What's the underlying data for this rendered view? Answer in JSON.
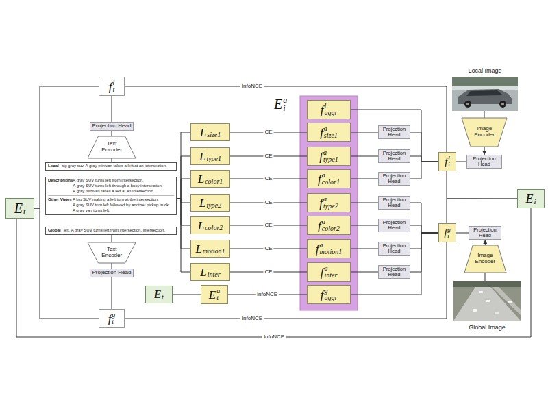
{
  "diagram": {
    "nodes": [
      {
        "text": [
          "f",
          "t",
          "l"
        ]
      },
      {
        "text": [
          "Projection Head"
        ]
      },
      {
        "text": [
          "Text Encoder"
        ]
      },
      {
        "text": [
          "Local",
          "big gray suv. A gray minivan takes a left at an intersection."
        ]
      },
      {
        "text": [
          "Descriptions",
          "A gray SUV turns left from intersection.",
          "A gray SUV turns left through a busy intersection.",
          "A gray minivan takes a left at an intersection.",
          "Other Views",
          "A big SUV making a left turn at the intersection.",
          "A gray SUV turn left followed by another pickup truck.",
          "A gray van turns left."
        ]
      },
      {
        "text": [
          "Global",
          "left. A gray SUV turns left from intersection. intersection."
        ]
      },
      {
        "text": [
          "Text Encoder"
        ]
      },
      {
        "text": [
          "Projection Head"
        ]
      },
      {
        "text": [
          "f",
          "t",
          "g"
        ]
      },
      {
        "text": [
          "E",
          "t"
        ]
      },
      {
        "text": [
          "L",
          "size1"
        ]
      },
      {
        "text": [
          "L",
          "type1"
        ]
      },
      {
        "text": [
          "L",
          "color1"
        ]
      },
      {
        "text": [
          "L",
          "type2"
        ]
      },
      {
        "text": [
          "L",
          "color2"
        ]
      },
      {
        "text": [
          "L",
          "motion1"
        ]
      },
      {
        "text": [
          "L",
          "inter"
        ]
      },
      {
        "text": [
          "E",
          "t"
        ]
      },
      {
        "text": [
          "E",
          "t",
          "a"
        ]
      },
      {
        "text": [
          "E",
          "i",
          "a"
        ]
      },
      {
        "text": [
          "f",
          "aggr",
          "l"
        ],
        "in": 19
      },
      {
        "text": [
          "f",
          "size1",
          "a"
        ],
        "in": 19
      },
      {
        "text": [
          "f",
          "type1",
          "a"
        ],
        "in": 19
      },
      {
        "text": [
          "f",
          "color1",
          "a"
        ],
        "in": 19
      },
      {
        "text": [
          "f",
          "type2",
          "a"
        ],
        "in": 19
      },
      {
        "text": [
          "f",
          "color2",
          "a"
        ],
        "in": 19
      },
      {
        "text": [
          "f",
          "motion1",
          "a"
        ],
        "in": 19
      },
      {
        "text": [
          "f",
          "inter",
          "a"
        ],
        "in": 19
      },
      {
        "text": [
          "f",
          "aggr",
          "g"
        ],
        "in": 19
      },
      {
        "text": [
          "Projection Head"
        ]
      },
      {
        "text": [
          "Projection Head"
        ]
      },
      {
        "text": [
          "Projection Head"
        ]
      },
      {
        "text": [
          "Projection Head"
        ]
      },
      {
        "text": [
          "Projection Head"
        ]
      },
      {
        "text": [
          "Projection Head"
        ]
      },
      {
        "text": [
          "Projection Head"
        ]
      },
      {
        "text": [
          "f",
          "i",
          "l"
        ]
      },
      {
        "text": [
          "f",
          "i",
          "g"
        ]
      },
      {
        "text": [
          "E",
          "i"
        ]
      },
      {
        "text": [
          "Projection Head"
        ]
      },
      {
        "text": [
          "Image Encoder"
        ]
      },
      {
        "text": [
          "Projection Head"
        ]
      },
      {
        "text": [
          "Image Encoder"
        ]
      }
    ],
    "edges": [
      {
        "from": 0,
        "to": 36,
        "arrow": "none",
        "label": "InfoNCE"
      },
      {
        "from": 1,
        "to": 0,
        "arrow": "none"
      },
      {
        "from": 2,
        "to": 1,
        "arrow": "none"
      },
      {
        "from": 3,
        "to": 2,
        "arrow": "none"
      },
      {
        "from": 5,
        "to": 6,
        "arrow": "none"
      },
      {
        "from": 6,
        "to": 7,
        "arrow": "none"
      },
      {
        "from": 7,
        "to": 8,
        "arrow": "none"
      },
      {
        "from": 9,
        "to": 0,
        "arrow": "none"
      },
      {
        "from": 9,
        "to": 8,
        "arrow": "none"
      },
      {
        "from": 9,
        "to": 38,
        "arrow": "none",
        "label": "InfoNCE"
      },
      {
        "from": 8,
        "to": 37,
        "arrow": "none",
        "label": "InfoNCE"
      },
      {
        "from": 4,
        "to": 10,
        "arrow": "none"
      },
      {
        "from": 4,
        "to": 11,
        "arrow": "none"
      },
      {
        "from": 4,
        "to": 12,
        "arrow": "none"
      },
      {
        "from": 4,
        "to": 13,
        "arrow": "none"
      },
      {
        "from": 4,
        "to": 14,
        "arrow": "none"
      },
      {
        "from": 4,
        "to": 15,
        "arrow": "none"
      },
      {
        "from": 4,
        "to": 16,
        "arrow": "none"
      },
      {
        "from": 10,
        "to": 21,
        "arrow": "none",
        "label": "CE"
      },
      {
        "from": 11,
        "to": 22,
        "arrow": "none",
        "label": "CE"
      },
      {
        "from": 12,
        "to": 23,
        "arrow": "none",
        "label": "CE"
      },
      {
        "from": 13,
        "to": 24,
        "arrow": "none",
        "label": "CE"
      },
      {
        "from": 14,
        "to": 25,
        "arrow": "none",
        "label": "CE"
      },
      {
        "from": 15,
        "to": 26,
        "arrow": "none",
        "label": "CE"
      },
      {
        "from": 16,
        "to": 27,
        "arrow": "none",
        "label": "CE"
      },
      {
        "from": 17,
        "to": 18,
        "arrow": "none"
      },
      {
        "from": 18,
        "to": 28,
        "arrow": "none",
        "label": "InfoNCE"
      },
      {
        "from": 21,
        "to": 29,
        "arrow": "none"
      },
      {
        "from": 22,
        "to": 30,
        "arrow": "none"
      },
      {
        "from": 23,
        "to": 31,
        "arrow": "none"
      },
      {
        "from": 24,
        "to": 32,
        "arrow": "none"
      },
      {
        "from": 25,
        "to": 33,
        "arrow": "none"
      },
      {
        "from": 26,
        "to": 34,
        "arrow": "none"
      },
      {
        "from": 27,
        "to": 35,
        "arrow": "none"
      },
      {
        "from": 20,
        "to": 36,
        "arrow": "none"
      },
      {
        "from": 29,
        "to": 36,
        "arrow": "none"
      },
      {
        "from": 30,
        "to": 36,
        "arrow": "none"
      },
      {
        "from": 31,
        "to": 36,
        "arrow": "none"
      },
      {
        "from": 32,
        "to": 37,
        "arrow": "none"
      },
      {
        "from": 33,
        "to": 37,
        "arrow": "none"
      },
      {
        "from": 34,
        "to": 37,
        "arrow": "none"
      },
      {
        "from": 35,
        "to": 37,
        "arrow": "none"
      },
      {
        "from": 28,
        "to": 37,
        "arrow": "none"
      },
      {
        "from": 36,
        "to": 38,
        "arrow": "none"
      },
      {
        "from": 37,
        "to": 38,
        "arrow": "none"
      },
      {
        "from": 40,
        "to": 39,
        "arrow": "to"
      },
      {
        "from": 39,
        "to": 36,
        "arrow": "none"
      },
      {
        "from": 42,
        "to": 41,
        "arrow": "to"
      },
      {
        "from": 41,
        "to": 37,
        "arrow": "none"
      }
    ],
    "labels": [
      "Local Image",
      "Global Image"
    ]
  }
}
